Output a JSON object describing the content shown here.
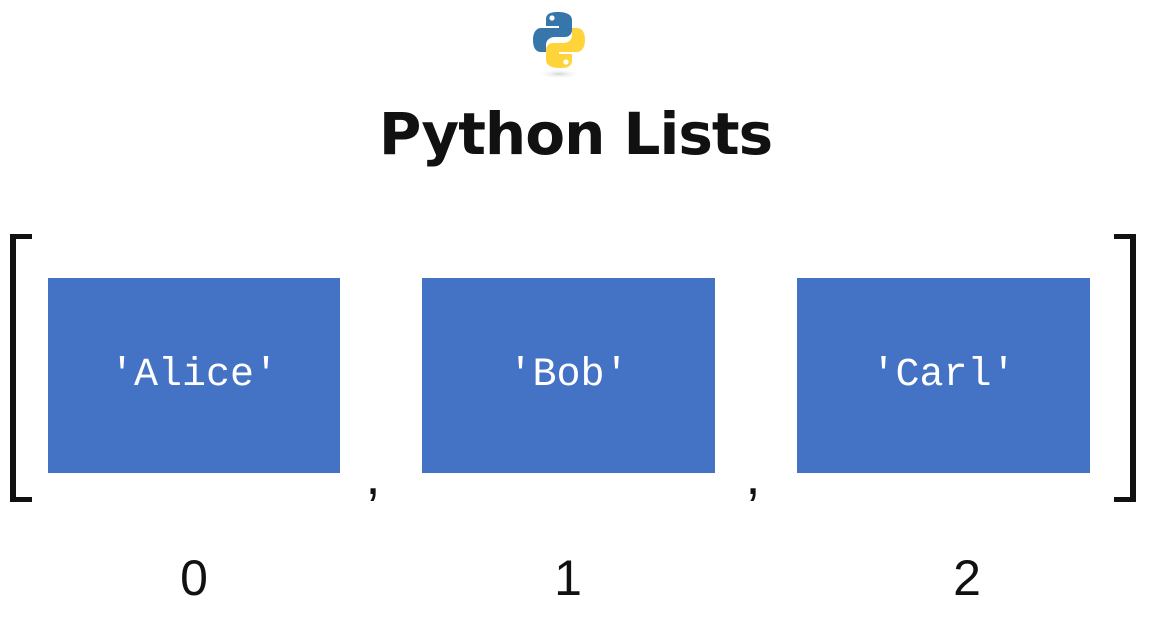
{
  "title": "Python Lists",
  "logo": {
    "icon": "python-logo-icon",
    "colors": {
      "blue": "#3776AB",
      "yellow": "#FFD43B"
    }
  },
  "list": {
    "open_bracket": "[",
    "close_bracket": "]",
    "separator": ",",
    "items": [
      {
        "text": "'Alice'",
        "index": "0"
      },
      {
        "text": "'Bob'",
        "index": "1"
      },
      {
        "text": "'Carl'",
        "index": "2"
      }
    ],
    "box_color": "#4472C4"
  }
}
